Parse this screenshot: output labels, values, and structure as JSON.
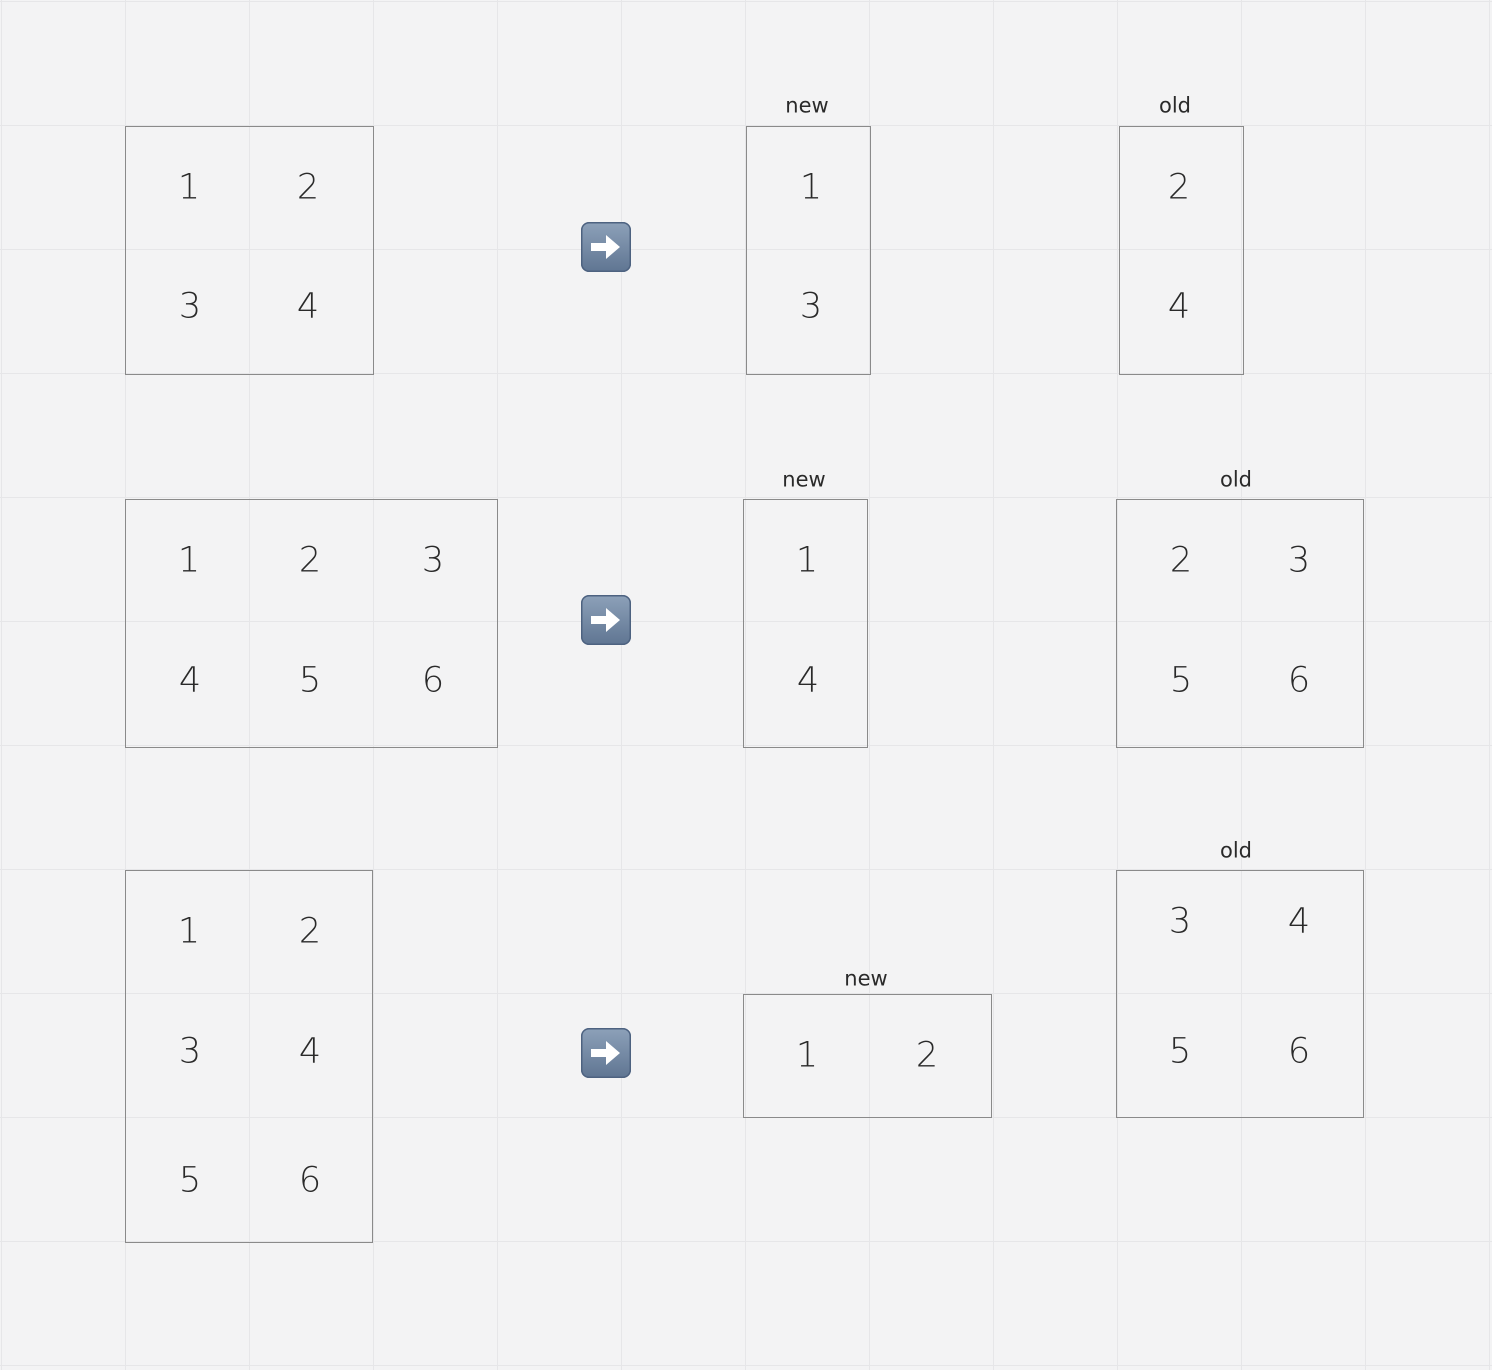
{
  "rows": [
    {
      "source": {
        "values": [
          "1",
          "2",
          "3",
          "4"
        ]
      },
      "arrow_icon": "right-arrow-icon",
      "new": {
        "label": "new",
        "values": [
          "1",
          "3"
        ]
      },
      "old": {
        "label": "old",
        "values": [
          "2",
          "4"
        ]
      }
    },
    {
      "source": {
        "values": [
          "1",
          "2",
          "3",
          "4",
          "5",
          "6"
        ]
      },
      "arrow_icon": "right-arrow-icon",
      "new": {
        "label": "new",
        "values": [
          "1",
          "4"
        ]
      },
      "old": {
        "label": "old",
        "values": [
          "2",
          "3",
          "5",
          "6"
        ]
      }
    },
    {
      "source": {
        "values": [
          "1",
          "2",
          "3",
          "4",
          "5",
          "6"
        ]
      },
      "arrow_icon": "right-arrow-icon",
      "new": {
        "label": "new",
        "values": [
          "1",
          "2"
        ]
      },
      "old": {
        "label": "old",
        "values": [
          "3",
          "4",
          "5",
          "6"
        ]
      }
    }
  ],
  "colors": {
    "background": "#f3f3f4",
    "grid": "#e6e6e8",
    "border": "#8a8a8a",
    "arrow": "#6b819e"
  }
}
